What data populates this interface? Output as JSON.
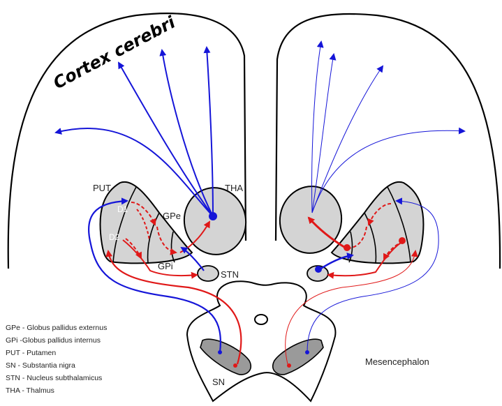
{
  "cortex_label": "Cortex cerebri",
  "labels": {
    "put": "PUT",
    "tha": "THA",
    "gpe": "GPe",
    "gpi": "GPi",
    "stn": "STN",
    "d1": "D1",
    "d2": "D2",
    "sn": "SN",
    "mesencephalon": "Mesencephalon"
  },
  "legend": [
    "GPe - Globus pallidus externus",
    "GPi -Globus pallidus internus",
    "PUT - Putamen",
    "SN - Substantia nigra",
    "STN - Nucleus subthalamicus",
    "THA - Thalmus"
  ],
  "colors": {
    "excitatory": "#1515d8",
    "inhibitory": "#e01818",
    "nucleus_fill": "#d4d4d4",
    "sn_fill": "#9a9a9a"
  }
}
